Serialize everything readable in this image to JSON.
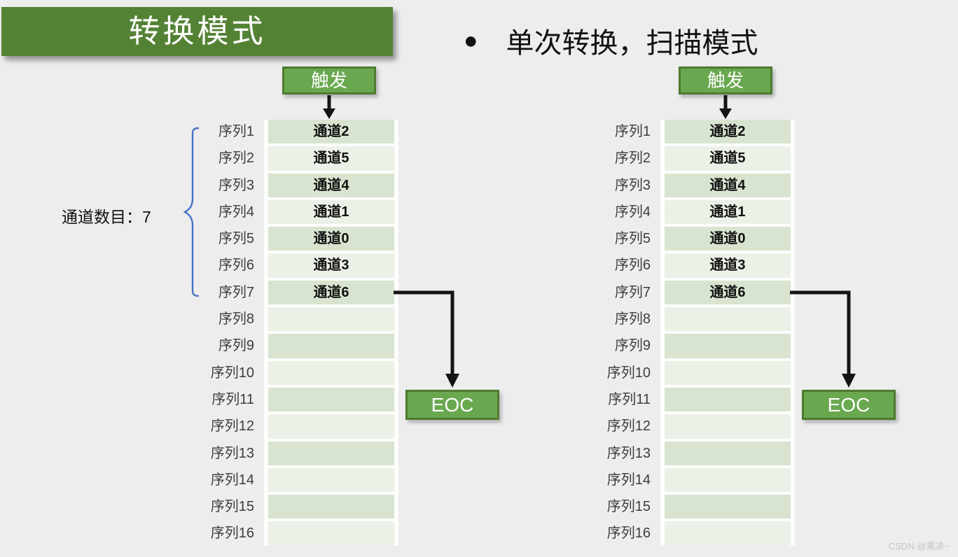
{
  "slide": {
    "title": "转换模式",
    "bullet": "单次转换，扫描模式",
    "channel_count_label": "通道数目：7",
    "watermark": "CSDN @乘凉~"
  },
  "controls": {
    "trigger_label": "触发",
    "eoc_label": "EOC"
  },
  "sequence_rows": [
    {
      "label": "序列1",
      "channel": "通道2"
    },
    {
      "label": "序列2",
      "channel": "通道5"
    },
    {
      "label": "序列3",
      "channel": "通道4"
    },
    {
      "label": "序列4",
      "channel": "通道1"
    },
    {
      "label": "序列5",
      "channel": "通道0"
    },
    {
      "label": "序列6",
      "channel": "通道3"
    },
    {
      "label": "序列7",
      "channel": "通道6"
    },
    {
      "label": "序列8",
      "channel": ""
    },
    {
      "label": "序列9",
      "channel": ""
    },
    {
      "label": "序列10",
      "channel": ""
    },
    {
      "label": "序列11",
      "channel": ""
    },
    {
      "label": "序列12",
      "channel": ""
    },
    {
      "label": "序列13",
      "channel": ""
    },
    {
      "label": "序列14",
      "channel": ""
    },
    {
      "label": "序列15",
      "channel": ""
    },
    {
      "label": "序列16",
      "channel": ""
    }
  ],
  "colors": {
    "background": "#ededed",
    "banner_green": "#548235",
    "button_green": "#6aa84f",
    "button_border": "#4e7a2f",
    "row_dark_green": "#d8e4cf",
    "row_light_green": "#ecf1e7",
    "brace_blue": "#4472c4",
    "arrow_black": "#141414",
    "watermark_gray": "#c5c5c5"
  }
}
